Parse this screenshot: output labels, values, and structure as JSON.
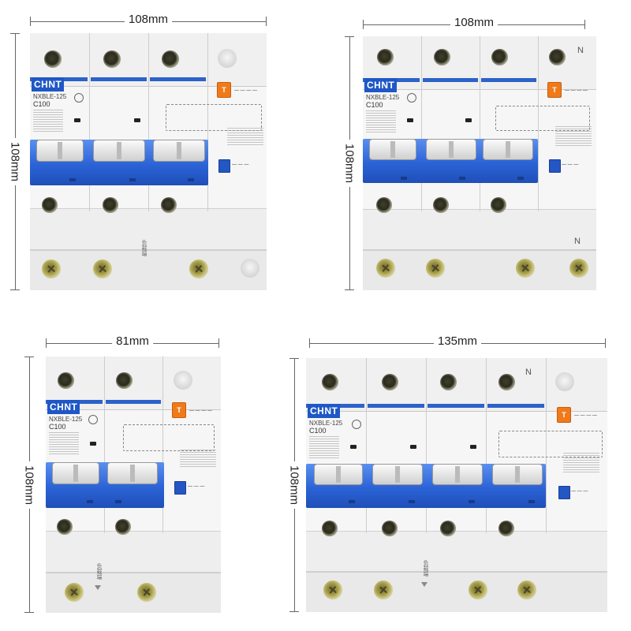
{
  "products": [
    {
      "id": "p1",
      "width_label": "108mm",
      "height_label": "108mm",
      "brand": "CHNT",
      "model": "NXBLE-125",
      "rating": "C100",
      "poles": 3,
      "neutral_marks": [],
      "load_label": "负载端"
    },
    {
      "id": "p2",
      "width_label": "108mm",
      "height_label": "108mm",
      "brand": "CHNT",
      "model": "NXBLE-125",
      "rating": "C100",
      "poles": 3,
      "neutral_marks": [
        "N",
        "N"
      ],
      "load_label": ""
    },
    {
      "id": "p3",
      "width_label": "81mm",
      "height_label": "108mm",
      "brand": "CHNT",
      "model": "NXBLE-125",
      "rating": "C100",
      "poles": 2,
      "neutral_marks": [],
      "load_label": "负载端"
    },
    {
      "id": "p4",
      "width_label": "135mm",
      "height_label": "108mm",
      "brand": "CHNT",
      "model": "NXBLE-125",
      "rating": "C100",
      "poles": 4,
      "neutral_marks": [
        "N"
      ],
      "load_label": "负载端"
    }
  ],
  "test_button_label": "T",
  "colors": {
    "blue": "#2b63d6",
    "orange": "#f07a1a",
    "housing": "#ebebeb"
  }
}
